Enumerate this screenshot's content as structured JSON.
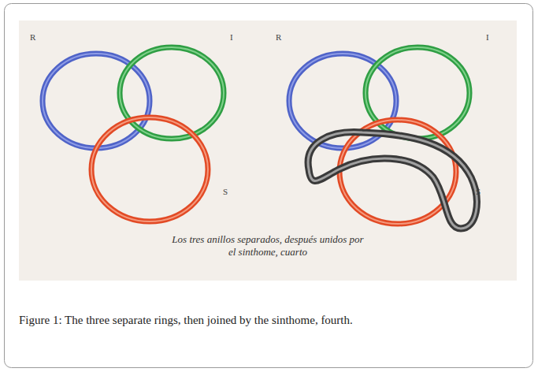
{
  "diagram": {
    "caption": "Figure 1: The three separate rings, then joined by the sinthome, fourth.",
    "labels": [
      "R",
      "I",
      "S",
      "R",
      "I",
      "S",
      "Los tres anillos separados, después unidos por el sinthome, cuarto"
    ]
  }
}
